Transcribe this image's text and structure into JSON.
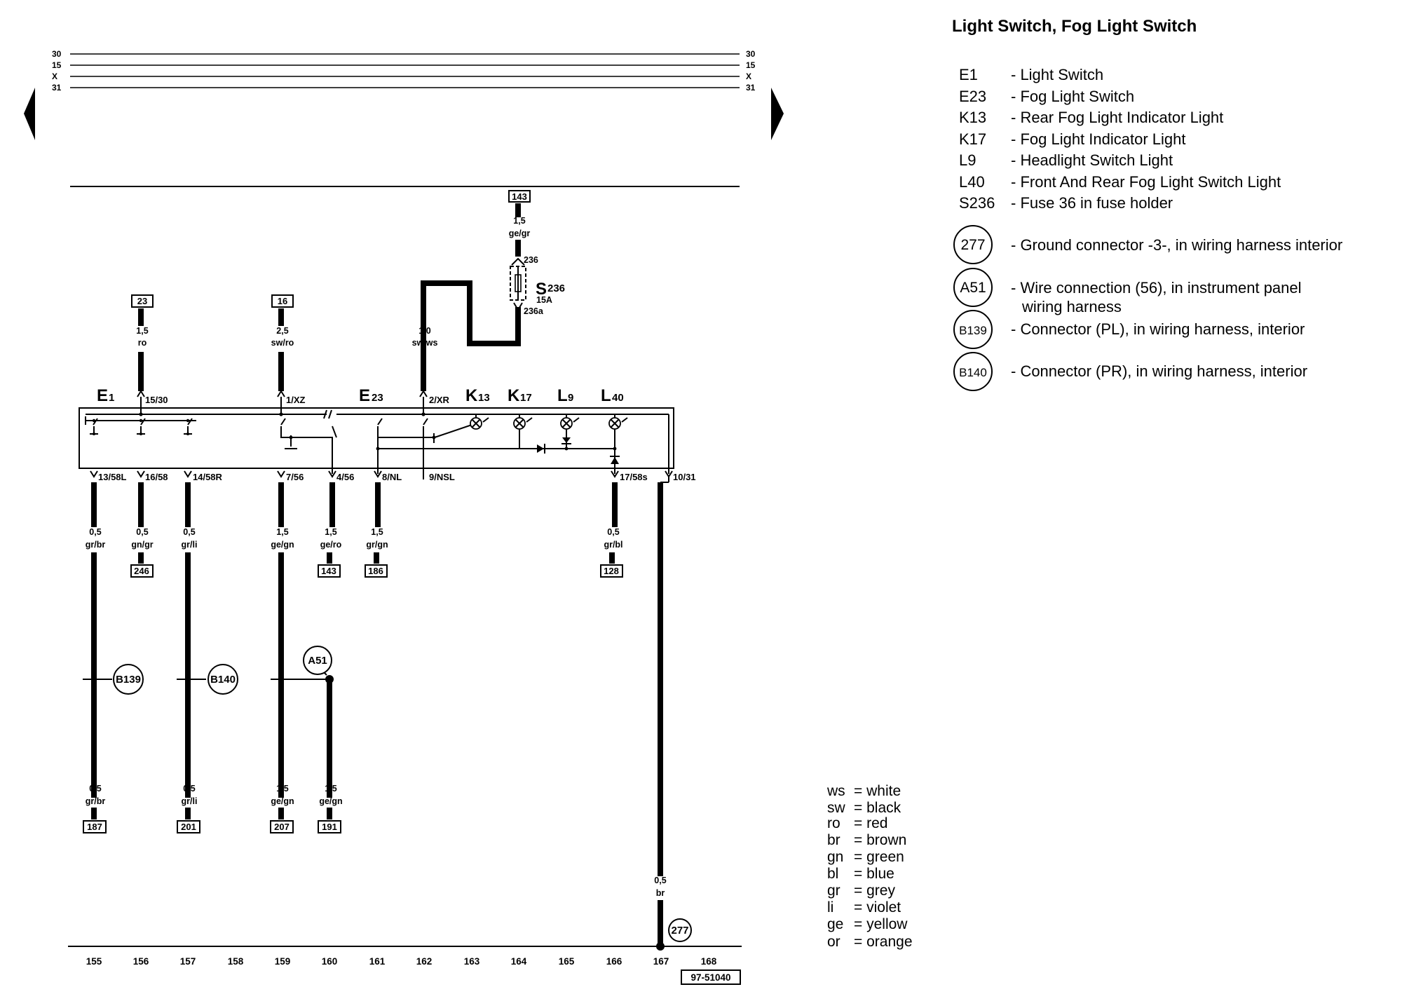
{
  "title": "Light Switch, Fog Light Switch",
  "rails": [
    {
      "label": "30"
    },
    {
      "label": "15"
    },
    {
      "label": "X"
    },
    {
      "label": "31"
    }
  ],
  "components": [
    {
      "main": "E",
      "sub": "1"
    },
    {
      "main": "E",
      "sub": "23"
    },
    {
      "main": "K",
      "sub": "13"
    },
    {
      "main": "K",
      "sub": "17"
    },
    {
      "main": "L",
      "sub": "9"
    },
    {
      "main": "L",
      "sub": "40"
    },
    {
      "main": "S",
      "sub": "236"
    }
  ],
  "fuse": {
    "rating": "15A",
    "top_pin": "236",
    "bottom_pin": "236a"
  },
  "top_wires": [
    {
      "box": "143",
      "gauge": "1,5",
      "color": "ge/gr"
    },
    {
      "box": "23",
      "gauge": "1,5",
      "color": "ro"
    },
    {
      "box": "16",
      "gauge": "2,5",
      "color": "sw/ro"
    },
    {
      "box": "",
      "gauge": "1,0",
      "color": "sw/ws"
    }
  ],
  "top_terminals": [
    "15/30",
    "1/XZ",
    "2/XR"
  ],
  "bottom_terminals": [
    "13/58L",
    "16/58",
    "14/58R",
    "7/56",
    "4/56",
    "8/NL",
    "9/NSL",
    "17/58s",
    "10/31"
  ],
  "mid_wires": [
    {
      "gauge": "0,5",
      "color": "gr/br",
      "box": ""
    },
    {
      "gauge": "0,5",
      "color": "gn/gr",
      "box": "246"
    },
    {
      "gauge": "0,5",
      "color": "gr/li",
      "box": ""
    },
    {
      "gauge": "1,5",
      "color": "ge/gn",
      "box": ""
    },
    {
      "gauge": "1,5",
      "color": "ge/ro",
      "box": "143"
    },
    {
      "gauge": "1,5",
      "color": "gr/gn",
      "box": "186"
    },
    {
      "gauge": "0,5",
      "color": "gr/bl",
      "box": "128"
    }
  ],
  "bottom_wires": [
    {
      "gauge": "0,5",
      "color": "gr/br",
      "box": "187"
    },
    {
      "gauge": "0,5",
      "color": "gr/li",
      "box": "201"
    },
    {
      "gauge": "1,5",
      "color": "ge/gn",
      "box": "207"
    },
    {
      "gauge": "1,5",
      "color": "ge/gn",
      "box": "191"
    },
    {
      "gauge": "0,5",
      "color": "br",
      "box": ""
    }
  ],
  "connectors": [
    {
      "label": "B139"
    },
    {
      "label": "B140"
    },
    {
      "label": "A51"
    },
    {
      "label": "277"
    }
  ],
  "columns": [
    "155",
    "156",
    "157",
    "158",
    "159",
    "160",
    "161",
    "162",
    "163",
    "164",
    "165",
    "166",
    "167",
    "168"
  ],
  "diagram_ref": "97-51040",
  "legend": [
    {
      "code": "E1",
      "text": "- Light Switch"
    },
    {
      "code": "E23",
      "text": "- Fog Light Switch"
    },
    {
      "code": "K13",
      "text": "- Rear Fog Light Indicator Light"
    },
    {
      "code": "K17",
      "text": "- Fog Light Indicator Light"
    },
    {
      "code": "L9",
      "text": "- Headlight Switch Light"
    },
    {
      "code": "L40",
      "text": "- Front And Rear Fog Light Switch Light"
    },
    {
      "code": "S236",
      "text": "- Fuse 36 in fuse holder"
    }
  ],
  "circle_legend": [
    {
      "code": "277",
      "line1": "- Ground connector -3-, in wiring harness interior",
      "line2": ""
    },
    {
      "code": "A51",
      "line1": "- Wire connection (56), in instrument panel",
      "line2": "wiring harness"
    },
    {
      "code": "B139",
      "line1": "- Connector (PL), in wiring harness, interior",
      "line2": ""
    },
    {
      "code": "B140",
      "line1": "- Connector (PR), in wiring harness, interior",
      "line2": ""
    }
  ],
  "color_legend": [
    {
      "abbr": "ws",
      "name": "white"
    },
    {
      "abbr": "sw",
      "name": "black"
    },
    {
      "abbr": "ro",
      "name": "red"
    },
    {
      "abbr": "br",
      "name": "brown"
    },
    {
      "abbr": "gn",
      "name": "green"
    },
    {
      "abbr": "bl",
      "name": "blue"
    },
    {
      "abbr": "gr",
      "name": "grey"
    },
    {
      "abbr": "li",
      "name": "violet"
    },
    {
      "abbr": "ge",
      "name": "yellow"
    },
    {
      "abbr": "or",
      "name": "orange"
    }
  ]
}
